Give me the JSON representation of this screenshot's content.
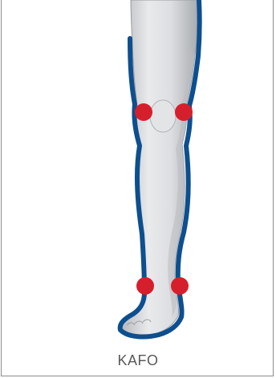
{
  "figure": {
    "caption": "KAFO",
    "colors": {
      "leg_fill": "#d7d9dc",
      "leg_shadow": "#a9acb0",
      "orthosis_outline": "#0d4f8f",
      "joint_marker": "#d61f2c",
      "frame_border": "#8c8c8c",
      "caption_text": "#5a5a5a"
    },
    "markers": {
      "knee_count": 2,
      "ankle_count": 2
    }
  }
}
